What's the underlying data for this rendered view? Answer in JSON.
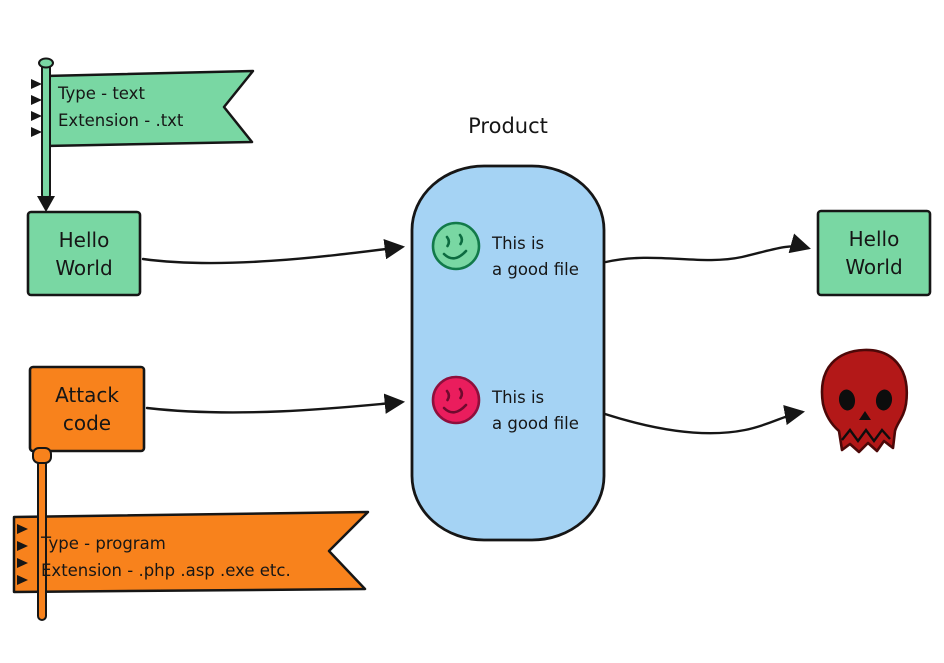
{
  "colors": {
    "green": "#79d7a3",
    "orange": "#f8821c",
    "blue": "#a5d3f4",
    "pink": "#ea1d5d",
    "skull_red": "#b31818",
    "ink": "#161616"
  },
  "flags": {
    "text_flag_label": "Type - text\nExtension - .txt",
    "program_flag_label": "Type - program\nExtension - .php .asp .exe etc."
  },
  "boxes": {
    "hello_world_left": "Hello\nWorld",
    "attack_code": "Attack\ncode",
    "hello_world_right": "Hello\nWorld"
  },
  "product": {
    "title": "Product",
    "good_file_label": "This is\na good file",
    "bad_file_label": "This is\na good file"
  },
  "icons": {
    "good_face": "smiley-face-icon",
    "bad_face": "smiley-face-icon",
    "skull": "skull-icon",
    "flag_serrations": "serration-marks-icon",
    "pole_arrowhead": "down-arrowhead-icon"
  }
}
